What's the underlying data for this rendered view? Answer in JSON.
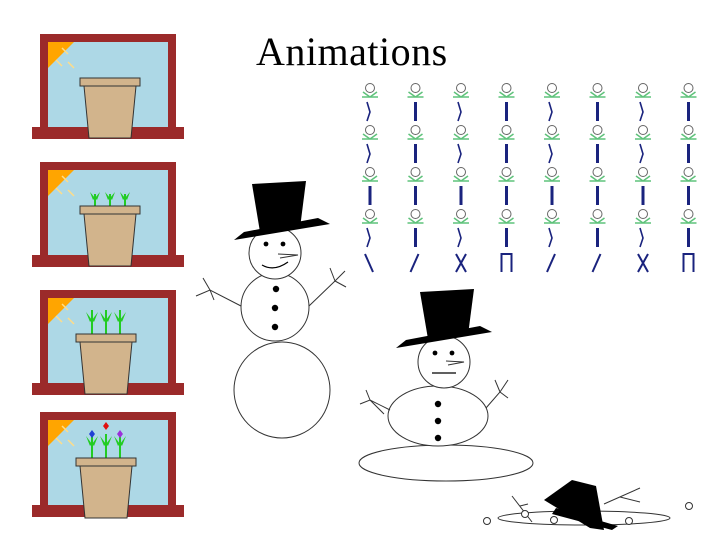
{
  "slide": {
    "title": "Animations"
  },
  "colors": {
    "window_frame": "#9b2a2a",
    "window_glass": "#add8e6",
    "sun": "#ffa500",
    "pot": "#d2b48c",
    "sprout": "#22cc22",
    "stick_limbs": "#5ec27a",
    "stick_body": "#1a237e",
    "flower_blue": "#1f3fd6",
    "flower_red": "#e01010",
    "flower_purple": "#9b30d9"
  },
  "flower_frames": [
    {
      "stage": "empty-pot"
    },
    {
      "stage": "small-sprouts"
    },
    {
      "stage": "tall-sprouts"
    },
    {
      "stage": "blooming-flowers"
    }
  ],
  "stick_figure_columns": 8,
  "stick_figure_rows": 4
}
